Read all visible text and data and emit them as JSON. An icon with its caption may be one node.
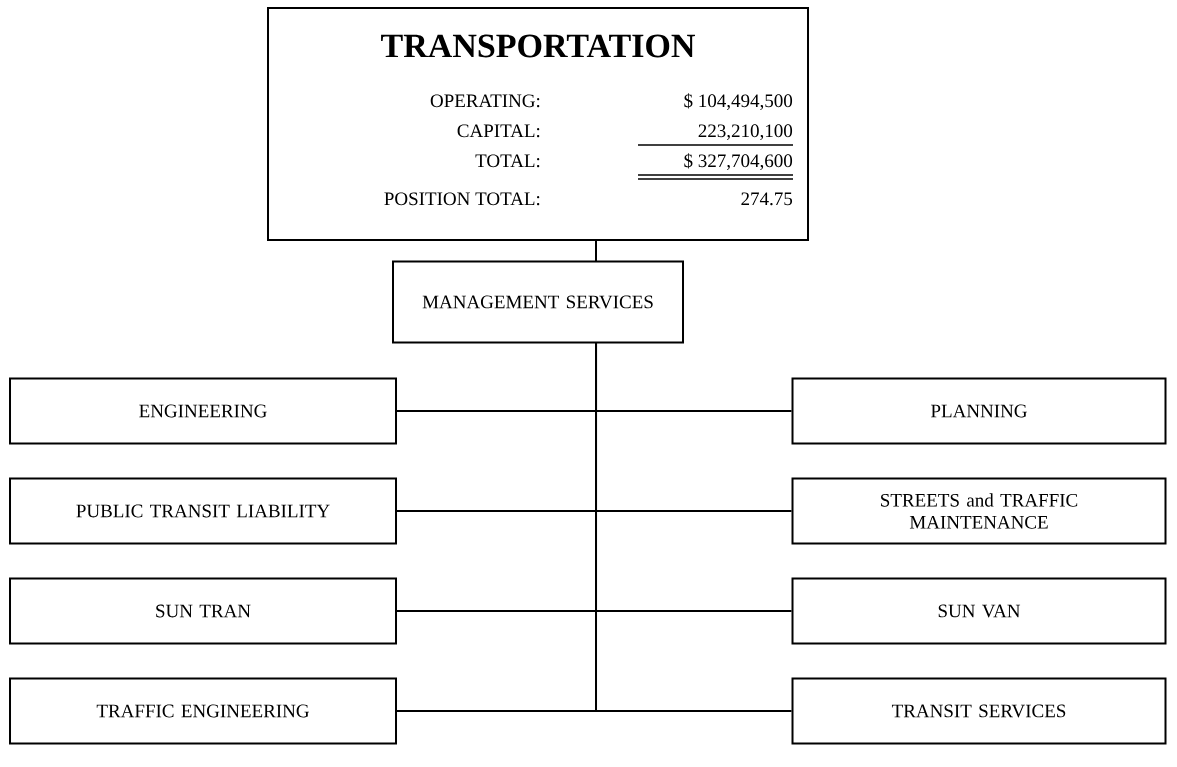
{
  "diagram": {
    "nodes": [
      {
        "text": [
          "TRANSPORTATION",
          "OPERATING:",
          "$ 104,494,500",
          "CAPITAL:",
          "223,210,100",
          "TOTAL:",
          "$ 327,704,600",
          "POSITION TOTAL:",
          "274.75"
        ]
      },
      {
        "text": [
          "MANAGEMENT SERVICES"
        ]
      },
      {
        "text": [
          "ENGINEERING"
        ]
      },
      {
        "text": [
          "PLANNING"
        ]
      },
      {
        "text": [
          "PUBLIC TRANSIT LIABILITY"
        ]
      },
      {
        "text": [
          "STREETS and TRAFFIC MAINTENANCE"
        ]
      },
      {
        "text": [
          "SUN TRAN"
        ]
      },
      {
        "text": [
          "SUN VAN"
        ]
      },
      {
        "text": [
          "TRAFFIC ENGINEERING"
        ]
      },
      {
        "text": [
          "TRANSIT SERVICES"
        ]
      }
    ],
    "edges": [
      {
        "from": 0,
        "to": 1,
        "arrow": "none"
      },
      {
        "from": 1,
        "to": 2,
        "arrow": "none"
      },
      {
        "from": 1,
        "to": 3,
        "arrow": "none"
      },
      {
        "from": 1,
        "to": 4,
        "arrow": "none"
      },
      {
        "from": 1,
        "to": 5,
        "arrow": "none"
      },
      {
        "from": 1,
        "to": 6,
        "arrow": "none"
      },
      {
        "from": 1,
        "to": 7,
        "arrow": "none"
      },
      {
        "from": 1,
        "to": 8,
        "arrow": "none"
      },
      {
        "from": 1,
        "to": 9,
        "arrow": "none"
      }
    ]
  }
}
